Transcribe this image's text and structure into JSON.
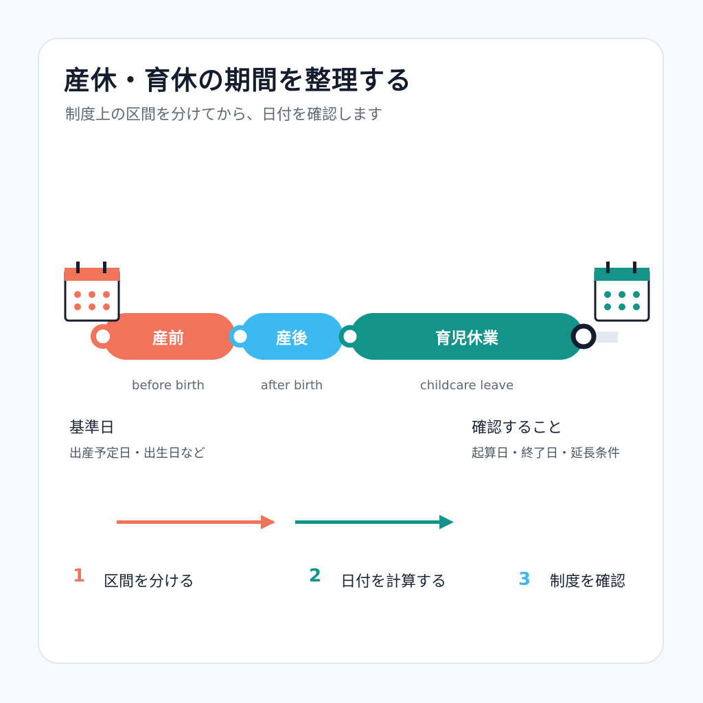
{
  "header": {
    "title": "産休・育休の期間を整理する",
    "subtitle": "制度上の区間を分けてから、日付を確認します"
  },
  "timeline": {
    "segments": [
      {
        "label": "産前",
        "sublabel": "before birth",
        "color": "#f0735a"
      },
      {
        "label": "産後",
        "sublabel": "after birth",
        "color": "#3db8f0"
      },
      {
        "label": "育児休業",
        "sublabel": "childcare leave",
        "color": "#12948a"
      }
    ],
    "start_icon": "calendar-icon",
    "end_icon": "calendar-icon"
  },
  "notes": {
    "left": {
      "heading": "基準日",
      "detail": "出産予定日・出生日など"
    },
    "right": {
      "heading": "確認すること",
      "detail": "起算日・終了日・延長条件"
    }
  },
  "steps": [
    {
      "num": "1",
      "label": "区間を分ける",
      "color": "#f0735a"
    },
    {
      "num": "2",
      "label": "日付を計算する",
      "color": "#12948a"
    },
    {
      "num": "3",
      "label": "制度を確認",
      "color": "#3db8f0"
    }
  ],
  "colors": {
    "coral": "#f0735a",
    "sky": "#3db8f0",
    "teal": "#12948a",
    "navy": "#141c2e"
  }
}
